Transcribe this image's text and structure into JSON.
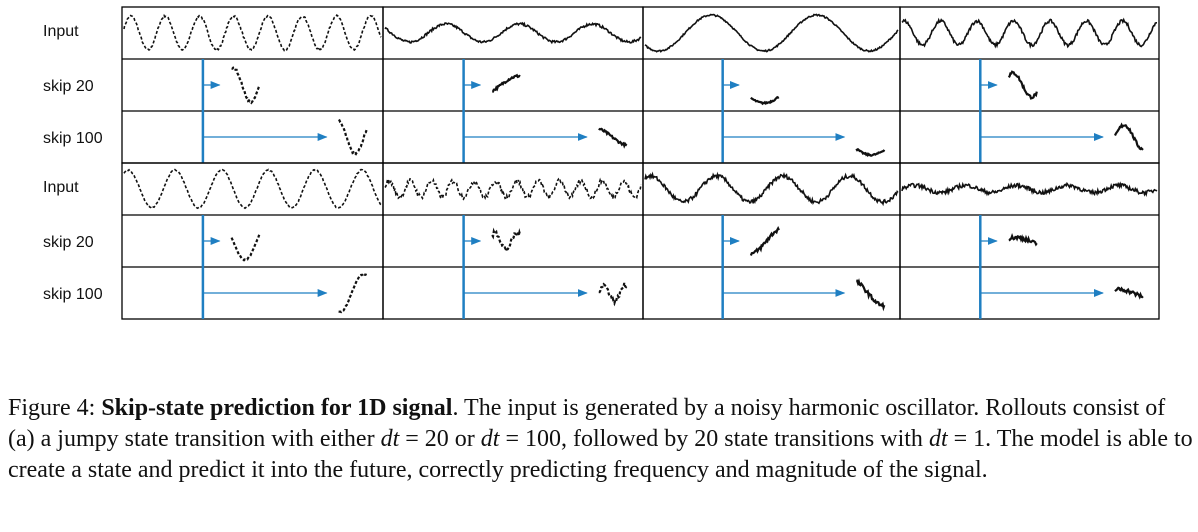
{
  "figure": {
    "row_labels": [
      "Input",
      "skip 20",
      "skip 100",
      "Input",
      "skip 20",
      "skip 100"
    ],
    "colors": {
      "arrow": "#1f7fc2",
      "signal": "#111111",
      "border": "#000000"
    },
    "panels": [
      {
        "freq": 7.5,
        "amp": 0.85,
        "phase": 0.3,
        "noise": 0.05,
        "style": "dotted"
      },
      {
        "freq": 3.5,
        "amp": 0.45,
        "phase": 2.6,
        "noise": 0.06,
        "style": "solid"
      },
      {
        "freq": 2.4,
        "amp": 0.9,
        "phase": 3.9,
        "noise": 0.04,
        "style": "solid"
      },
      {
        "freq": 7.0,
        "amp": 0.6,
        "phase": 1.2,
        "noise": 0.08,
        "style": "solid"
      },
      {
        "freq": 5.5,
        "amp": 0.95,
        "phase": 1.0,
        "noise": 0.03,
        "style": "dotted"
      },
      {
        "freq": 12.0,
        "amp": 0.4,
        "phase": 0.4,
        "noise": 0.12,
        "style": "dotted"
      },
      {
        "freq": 3.8,
        "amp": 0.65,
        "phase": 1.1,
        "noise": 0.1,
        "style": "solid"
      },
      {
        "freq": 5.0,
        "amp": 0.18,
        "phase": 0.0,
        "noise": 0.1,
        "style": "solid"
      }
    ]
  },
  "caption": {
    "label": "Figure 4: ",
    "title": "Skip-state prediction for 1D signal",
    "s1": ". The input is generated by a noisy harmonic oscillator. Rollouts consist of (a) a jumpy state transition with either ",
    "m1": "dt",
    "s2": " = 20 or ",
    "m2": "dt",
    "s3": " = 100, followed by 20 state transitions with ",
    "m3": "dt",
    "s4": " = 1. The model is able to create a state and predict it into the future, correctly predicting frequency and magnitude of the signal."
  }
}
